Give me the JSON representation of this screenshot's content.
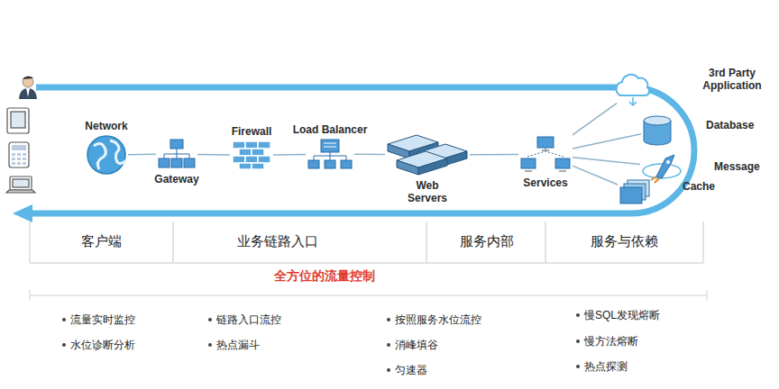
{
  "diagram": {
    "nodes": [
      {
        "text": [
          "Network"
        ]
      },
      {
        "text": [
          "Gateway"
        ]
      },
      {
        "text": [
          "Firewall"
        ]
      },
      {
        "text": [
          "Load Balancer"
        ]
      },
      {
        "text": [
          "Web Servers"
        ]
      },
      {
        "text": [
          "Services"
        ]
      },
      {
        "text": [
          "3rd Party Application"
        ]
      },
      {
        "text": [
          "Database"
        ]
      },
      {
        "text": [
          "Message"
        ]
      },
      {
        "text": [
          "Cache"
        ]
      }
    ],
    "edges": [
      {
        "from": 0,
        "to": 1,
        "arrow": "none"
      },
      {
        "from": 1,
        "to": 2,
        "arrow": "none"
      },
      {
        "from": 2,
        "to": 3,
        "arrow": "none"
      },
      {
        "from": 3,
        "to": 4,
        "arrow": "none"
      },
      {
        "from": 4,
        "to": 5,
        "arrow": "none"
      },
      {
        "from": 5,
        "to": 6,
        "arrow": "none"
      },
      {
        "from": 5,
        "to": 7,
        "arrow": "none"
      },
      {
        "from": 5,
        "to": 8,
        "arrow": "none"
      },
      {
        "from": 5,
        "to": 9,
        "arrow": "none"
      }
    ],
    "labels": [
      "客户端",
      "业务链路入口",
      "服务内部",
      "服务与依赖",
      "全方位的流量控制",
      "流量实时监控",
      "水位诊断分析",
      "链路入口流控",
      "热点漏斗",
      "按照服务水位流控",
      "消峰填谷",
      "匀速器",
      "慢SQL发现熔断",
      "慢方法熔断",
      "热点探测"
    ]
  }
}
